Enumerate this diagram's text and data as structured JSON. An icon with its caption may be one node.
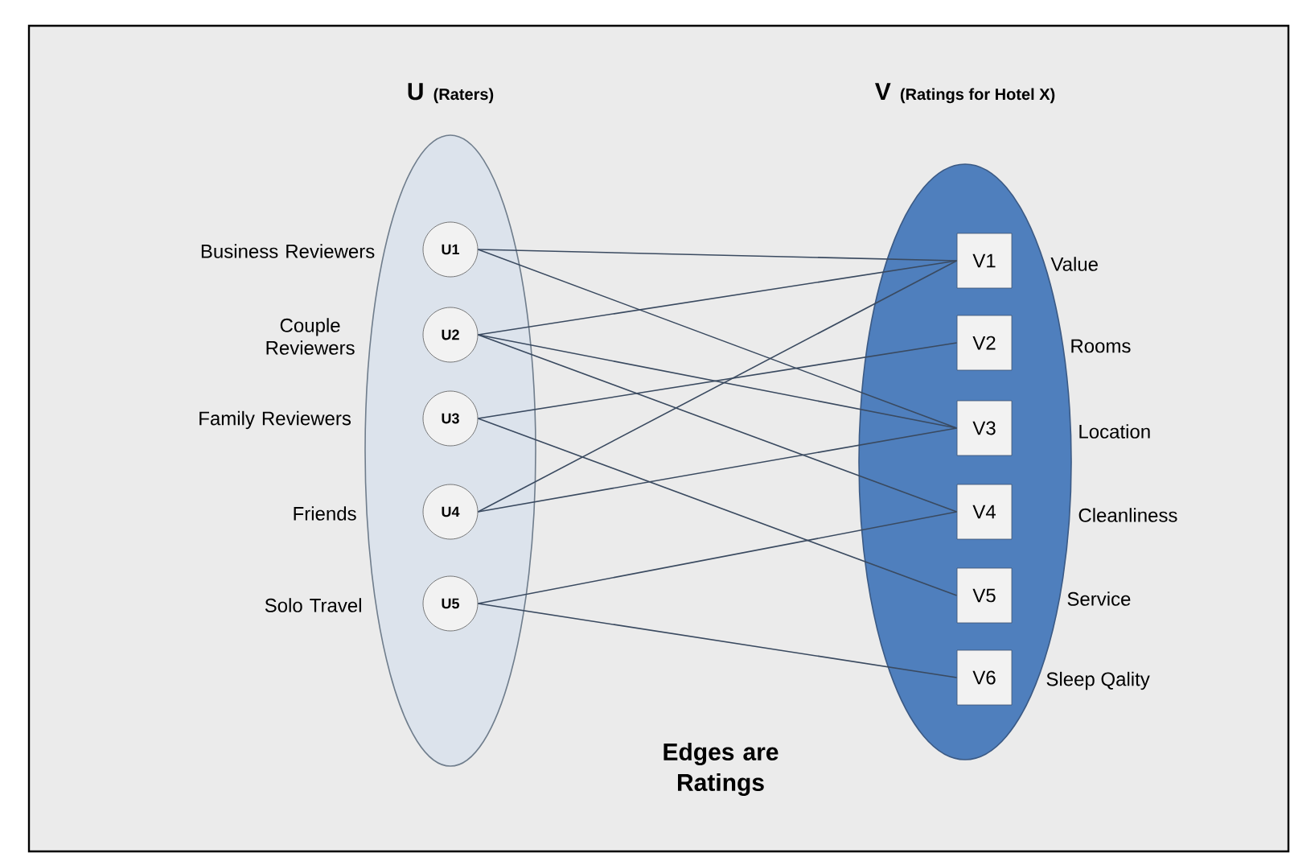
{
  "diagram": {
    "nodes": [
      {
        "text": [
          "U",
          "(Raters)"
        ]
      },
      {
        "text": [
          "V",
          "(Ratings for Hotel X)"
        ]
      },
      {
        "text": [
          "U1"
        ],
        "in": 0,
        "beside": [
          "Business Reviewers"
        ]
      },
      {
        "text": [
          "U2"
        ],
        "in": 0,
        "beside": [
          "Couple Reviewers"
        ]
      },
      {
        "text": [
          "U3"
        ],
        "in": 0,
        "beside": [
          "Family Reviewers"
        ]
      },
      {
        "text": [
          "U4"
        ],
        "in": 0,
        "beside": [
          "Friends"
        ]
      },
      {
        "text": [
          "U5"
        ],
        "in": 0,
        "beside": [
          "Solo Travel"
        ]
      },
      {
        "text": [
          "V1"
        ],
        "in": 1,
        "beside": [
          "Value"
        ]
      },
      {
        "text": [
          "V2"
        ],
        "in": 1,
        "beside": [
          "Rooms"
        ]
      },
      {
        "text": [
          "V3"
        ],
        "in": 1,
        "beside": [
          "Location"
        ]
      },
      {
        "text": [
          "V4"
        ],
        "in": 1,
        "beside": [
          "Cleanliness"
        ]
      },
      {
        "text": [
          "V5"
        ],
        "in": 1,
        "beside": [
          "Service"
        ]
      },
      {
        "text": [
          "V6"
        ],
        "in": 1,
        "beside": [
          "Sleep Qality"
        ]
      }
    ],
    "edges": [
      {
        "from": 2,
        "to": 7,
        "arrow": "none"
      },
      {
        "from": 2,
        "to": 9,
        "arrow": "none"
      },
      {
        "from": 3,
        "to": 7,
        "arrow": "none"
      },
      {
        "from": 3,
        "to": 9,
        "arrow": "none"
      },
      {
        "from": 3,
        "to": 10,
        "arrow": "none"
      },
      {
        "from": 4,
        "to": 8,
        "arrow": "none"
      },
      {
        "from": 4,
        "to": 11,
        "arrow": "none"
      },
      {
        "from": 5,
        "to": 7,
        "arrow": "none"
      },
      {
        "from": 5,
        "to": 9,
        "arrow": "none"
      },
      {
        "from": 6,
        "to": 10,
        "arrow": "none"
      },
      {
        "from": 6,
        "to": 12,
        "arrow": "none"
      }
    ],
    "labels": [
      "Edges are Ratings"
    ]
  }
}
